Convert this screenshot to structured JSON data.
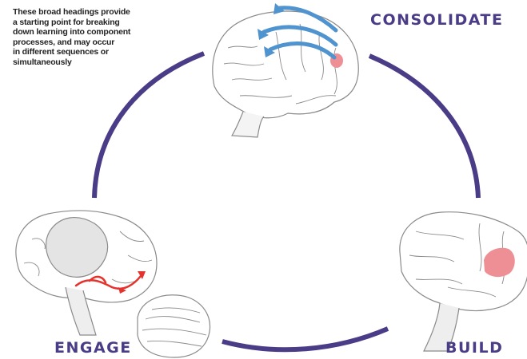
{
  "note": {
    "lines": [
      "These broad headings provide",
      "a starting point for breaking",
      "down learning into component",
      "processes, and may occur",
      "in different sequences or",
      "simultaneously"
    ]
  },
  "stages": {
    "consolidate": "CONSOLIDATE",
    "engage": "ENGAGE",
    "build": "BUILD"
  },
  "colors": {
    "cycle": "#4a3c86",
    "label": "#4a3c86",
    "arrow_blue": "#4f93cf",
    "arrow_red": "#e5322d",
    "highlight_pink": "#ee8f96",
    "brain_line": "#8a8a8a"
  }
}
